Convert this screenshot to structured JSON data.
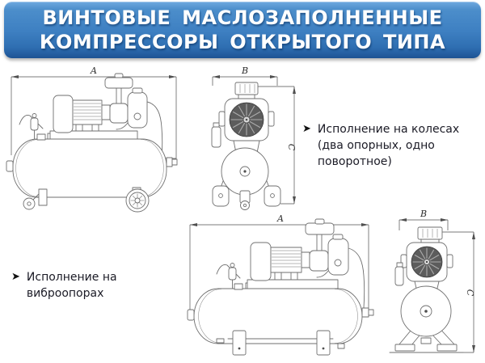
{
  "header": {
    "title_line1": "ВИНТОВЫЕ МАСЛОЗАПОЛНЕННЫЕ",
    "title_line2": "КОМПРЕССОРЫ ОТКРЫТОГО ТИПА"
  },
  "bullets": {
    "wheels": {
      "marker": "➤",
      "text": "Исполнение  на колесах (два опорных, одно поворотное)"
    },
    "vibro": {
      "marker": "➤",
      "text": "Исполнение на виброопорах"
    }
  },
  "drawings": {
    "wheels_side": {
      "width_label": "A"
    },
    "wheels_front": {
      "width_label": "B",
      "height_label": "C"
    },
    "supports_side": {
      "width_label": "A"
    },
    "supports_front": {
      "width_label": "B",
      "height_label": "C"
    }
  },
  "colors": {
    "banner_top": "#6fa9e0",
    "banner_bottom": "#1d5292",
    "title_text": "#ffffff",
    "body_text": "#1b1b26",
    "drawing_line": "#6f6f6f",
    "dimension_line": "#4f4f4f",
    "fan_fill": "#5c5c5c"
  }
}
